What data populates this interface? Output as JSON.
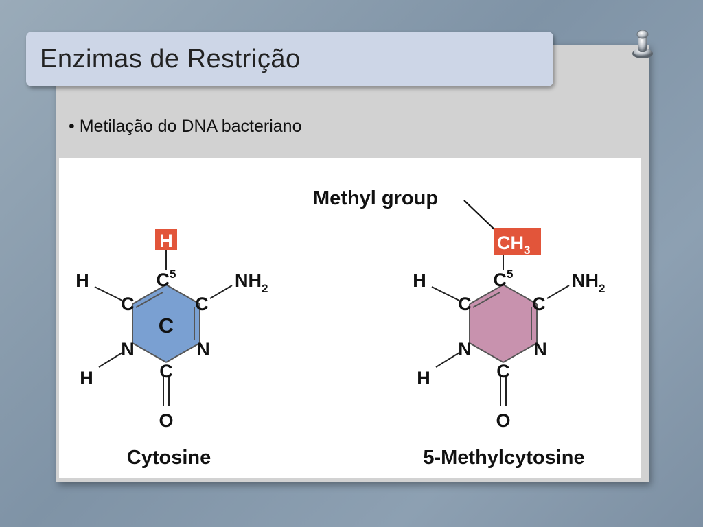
{
  "slide": {
    "title": "Enzimas de Restrição",
    "bullet": "Metilação do DNA bacteriano"
  },
  "figure": {
    "methyl_label": "Methyl group",
    "colors": {
      "highlight": "#e2553a",
      "cytosine_ring": "#7aa0d2",
      "methylcytosine_ring": "#c892ae",
      "text": "#111111"
    },
    "cytosine": {
      "name": "Cytosine",
      "ring_letter": "C",
      "top_sub": "H",
      "c5": "C",
      "c5_sup": "5",
      "left_c": "C",
      "right_c": "C",
      "left_n": "N",
      "right_n": "N",
      "bottom_c": "C",
      "o": "O",
      "h_left_top": "H",
      "h_left_bottom": "H",
      "nh": "NH",
      "nh_sub": "2"
    },
    "methylcytosine": {
      "name": "5-Methylcytosine",
      "top_sub": "CH",
      "top_sub_sub": "3",
      "c5": "C",
      "c5_sup": "5",
      "left_c": "C",
      "right_c": "C",
      "left_n": "N",
      "right_n": "N",
      "bottom_c": "C",
      "o": "O",
      "h_left_top": "H",
      "h_left_bottom": "H",
      "nh": "NH",
      "nh_sub": "2"
    }
  }
}
